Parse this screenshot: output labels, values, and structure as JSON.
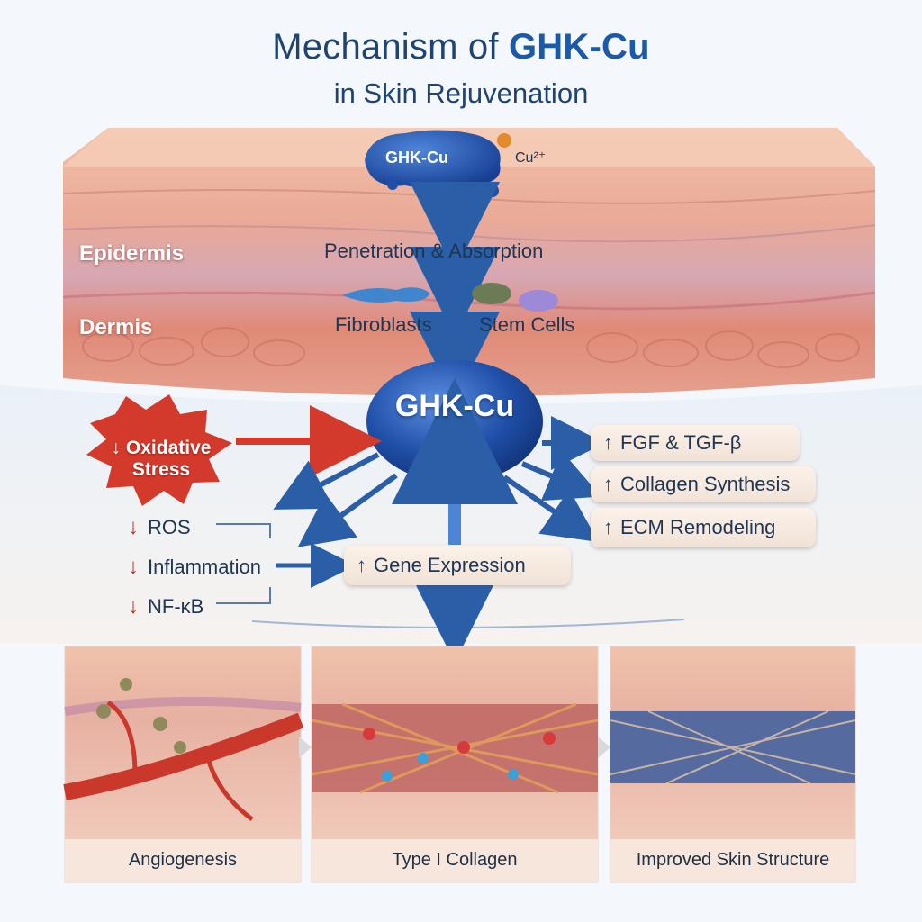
{
  "title": {
    "prefix": "Mechanism of ",
    "emphasis": "GHK-Cu",
    "line2": "in Skin Rejuvenation"
  },
  "top_molecule": {
    "label": "GHK-Cu",
    "ion": "Cu²⁺"
  },
  "layers": {
    "epidermis": "Epidermis",
    "dermis": "Dermis"
  },
  "flow": {
    "step1": "Penetration & Absorption",
    "cells": [
      "Fibroblasts",
      "Stem Cells"
    ]
  },
  "center": {
    "label": "GHK-Cu"
  },
  "effects": [
    "FGF & TGF-β",
    "Collagen Synthesis",
    "ECM Remodeling"
  ],
  "gene_expression": "Gene Expression",
  "stress": {
    "line1": "Oxidative",
    "line2": "Stress"
  },
  "inhibitions": [
    "ROS",
    "Inflammation",
    "NF-κB"
  ],
  "panels": [
    "Angiogenesis",
    "Type I Collagen",
    "Improved Skin Structure"
  ],
  "colors": {
    "title": "#1f4470",
    "accent_blue": "#1a5aa8",
    "arrow_blue": "#2a5fa8",
    "arrow_red": "#d33a2c",
    "skin_pink": "#e8a092",
    "dermis_red": "#d9776a"
  },
  "icons": {
    "up": "↑",
    "down": "↓"
  }
}
